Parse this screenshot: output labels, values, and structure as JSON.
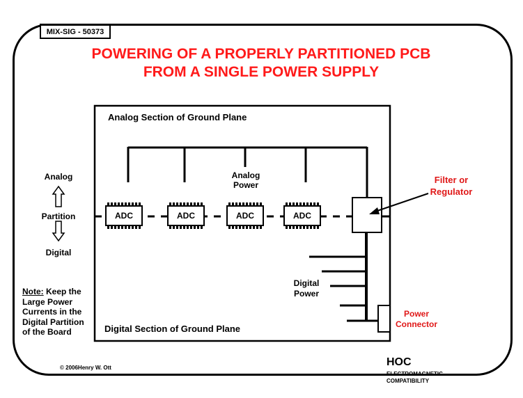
{
  "header": {
    "tag": "MIX-SIG - 50373"
  },
  "title": {
    "line1": "POWERING OF A PROPERLY PARTITIONED PCB",
    "line2": "FROM A SINGLE POWER SUPPLY"
  },
  "diagram": {
    "analog_section": "Analog Section of Ground Plane",
    "digital_section": "Digital Section of Ground Plane",
    "analog_power_line1": "Analog",
    "analog_power_line2": "Power",
    "digital_power_line1": "Digital",
    "digital_power_line2": "Power",
    "adc_labels": [
      "ADC",
      "ADC",
      "ADC",
      "ADC"
    ],
    "filter_line1": "Filter or",
    "filter_line2": "Regulator",
    "power_connector_line1": "Power",
    "power_connector_line2": "Connector",
    "accent_color": "#e01818",
    "title_color": "#ff1a1a"
  },
  "partition": {
    "analog": "Analog",
    "partition": "Partition",
    "digital": "Digital"
  },
  "note": {
    "label": "Note:",
    "text_line1": " Keep the",
    "text_line2": "Large Power",
    "text_line3": "Currents in the",
    "text_line4": "Digital Partition",
    "text_line5": "of the Board"
  },
  "footer": {
    "copyright": "©  2006Henry W. Ott",
    "hoc": "HOC",
    "emc_line1": "ELECTROMAGNETIC",
    "emc_line2": "COMPATIBILITY"
  }
}
